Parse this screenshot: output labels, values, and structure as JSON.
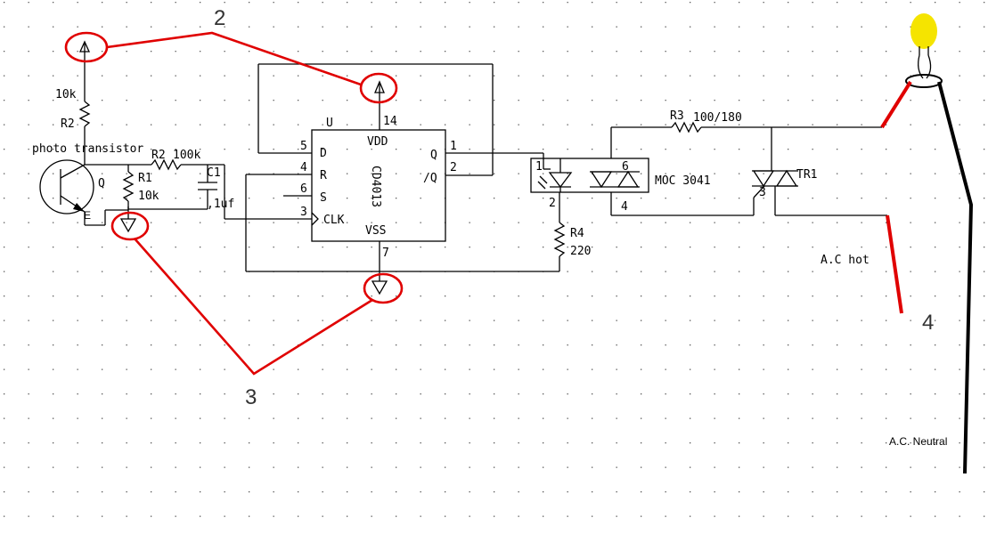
{
  "labels": {
    "r2_value": "10k",
    "r2_ref": "R2",
    "photo_transistor": "photo transistor",
    "q_ref": "Q",
    "e_pin": "E",
    "r2b_ref": "R2",
    "r2b_value": "100k",
    "r1_ref": "R1",
    "r1_value": "10k",
    "c1_ref": "C1",
    "c1_value": ",1uf",
    "u_ref": "U",
    "pin14": "14",
    "vdd": "VDD",
    "pin5": "5",
    "d_pin": "D",
    "pin4": "4",
    "r_pin": "R",
    "pin6": "6",
    "s_pin": "S",
    "pin3": "3",
    "clk": "CLK",
    "ic_name": "CD4013",
    "vss": "VSS",
    "pin7": "7",
    "q_out": "Q",
    "pin1": "1",
    "qbar_out": "/Q",
    "pin2": "2",
    "r3_ref": "R3",
    "r3_value": "100/180",
    "moc_pin1": "1",
    "moc_pin6": "6",
    "moc_name": "MOC 3041",
    "moc_pin2": "2",
    "moc_pin4": "4",
    "r4_ref": "R4",
    "r4_value": "220",
    "tr1_ref": "TR1",
    "tr1_pin3": "3",
    "ac_hot": "A.C hot",
    "ac_neutral": "A.C. Neutral"
  },
  "annotations": {
    "n2": "2",
    "n3": "3",
    "n4": "4"
  },
  "colors": {
    "annotation": "#e00000",
    "lamp": "#f5e400",
    "wire": "#000000"
  }
}
